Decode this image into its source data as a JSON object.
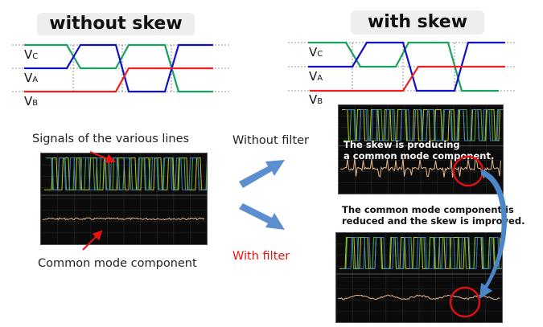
{
  "panels": {
    "left_title": "without skew",
    "right_title": "with skew"
  },
  "signal_labels": [
    {
      "main": "V",
      "sub": "C"
    },
    {
      "main": "V",
      "sub": "A"
    },
    {
      "main": "V",
      "sub": "B"
    }
  ],
  "colors": {
    "vc": "#1aa060",
    "va_blue": "#1010c8",
    "vb_red": "#ee2020",
    "arrow_blue": "#5b8fd0",
    "highlight_red": "#e01010",
    "scope_bg": "#0b0b0b",
    "trace_yellow": "#d8d820",
    "trace_green": "#50c040",
    "trace_blue": "#4080d8",
    "trace_common": "#e8b890"
  },
  "captions": {
    "signals_label": "Signals of the various lines",
    "common_mode_label": "Common mode component",
    "without_filter": "Without filter",
    "with_filter": "With filter",
    "skew_producing_line1": "The skew is producing",
    "skew_producing_line2": "a common mode component.",
    "reduced_line1": "The common mode component is",
    "reduced_line2": "reduced and the skew is improved."
  }
}
